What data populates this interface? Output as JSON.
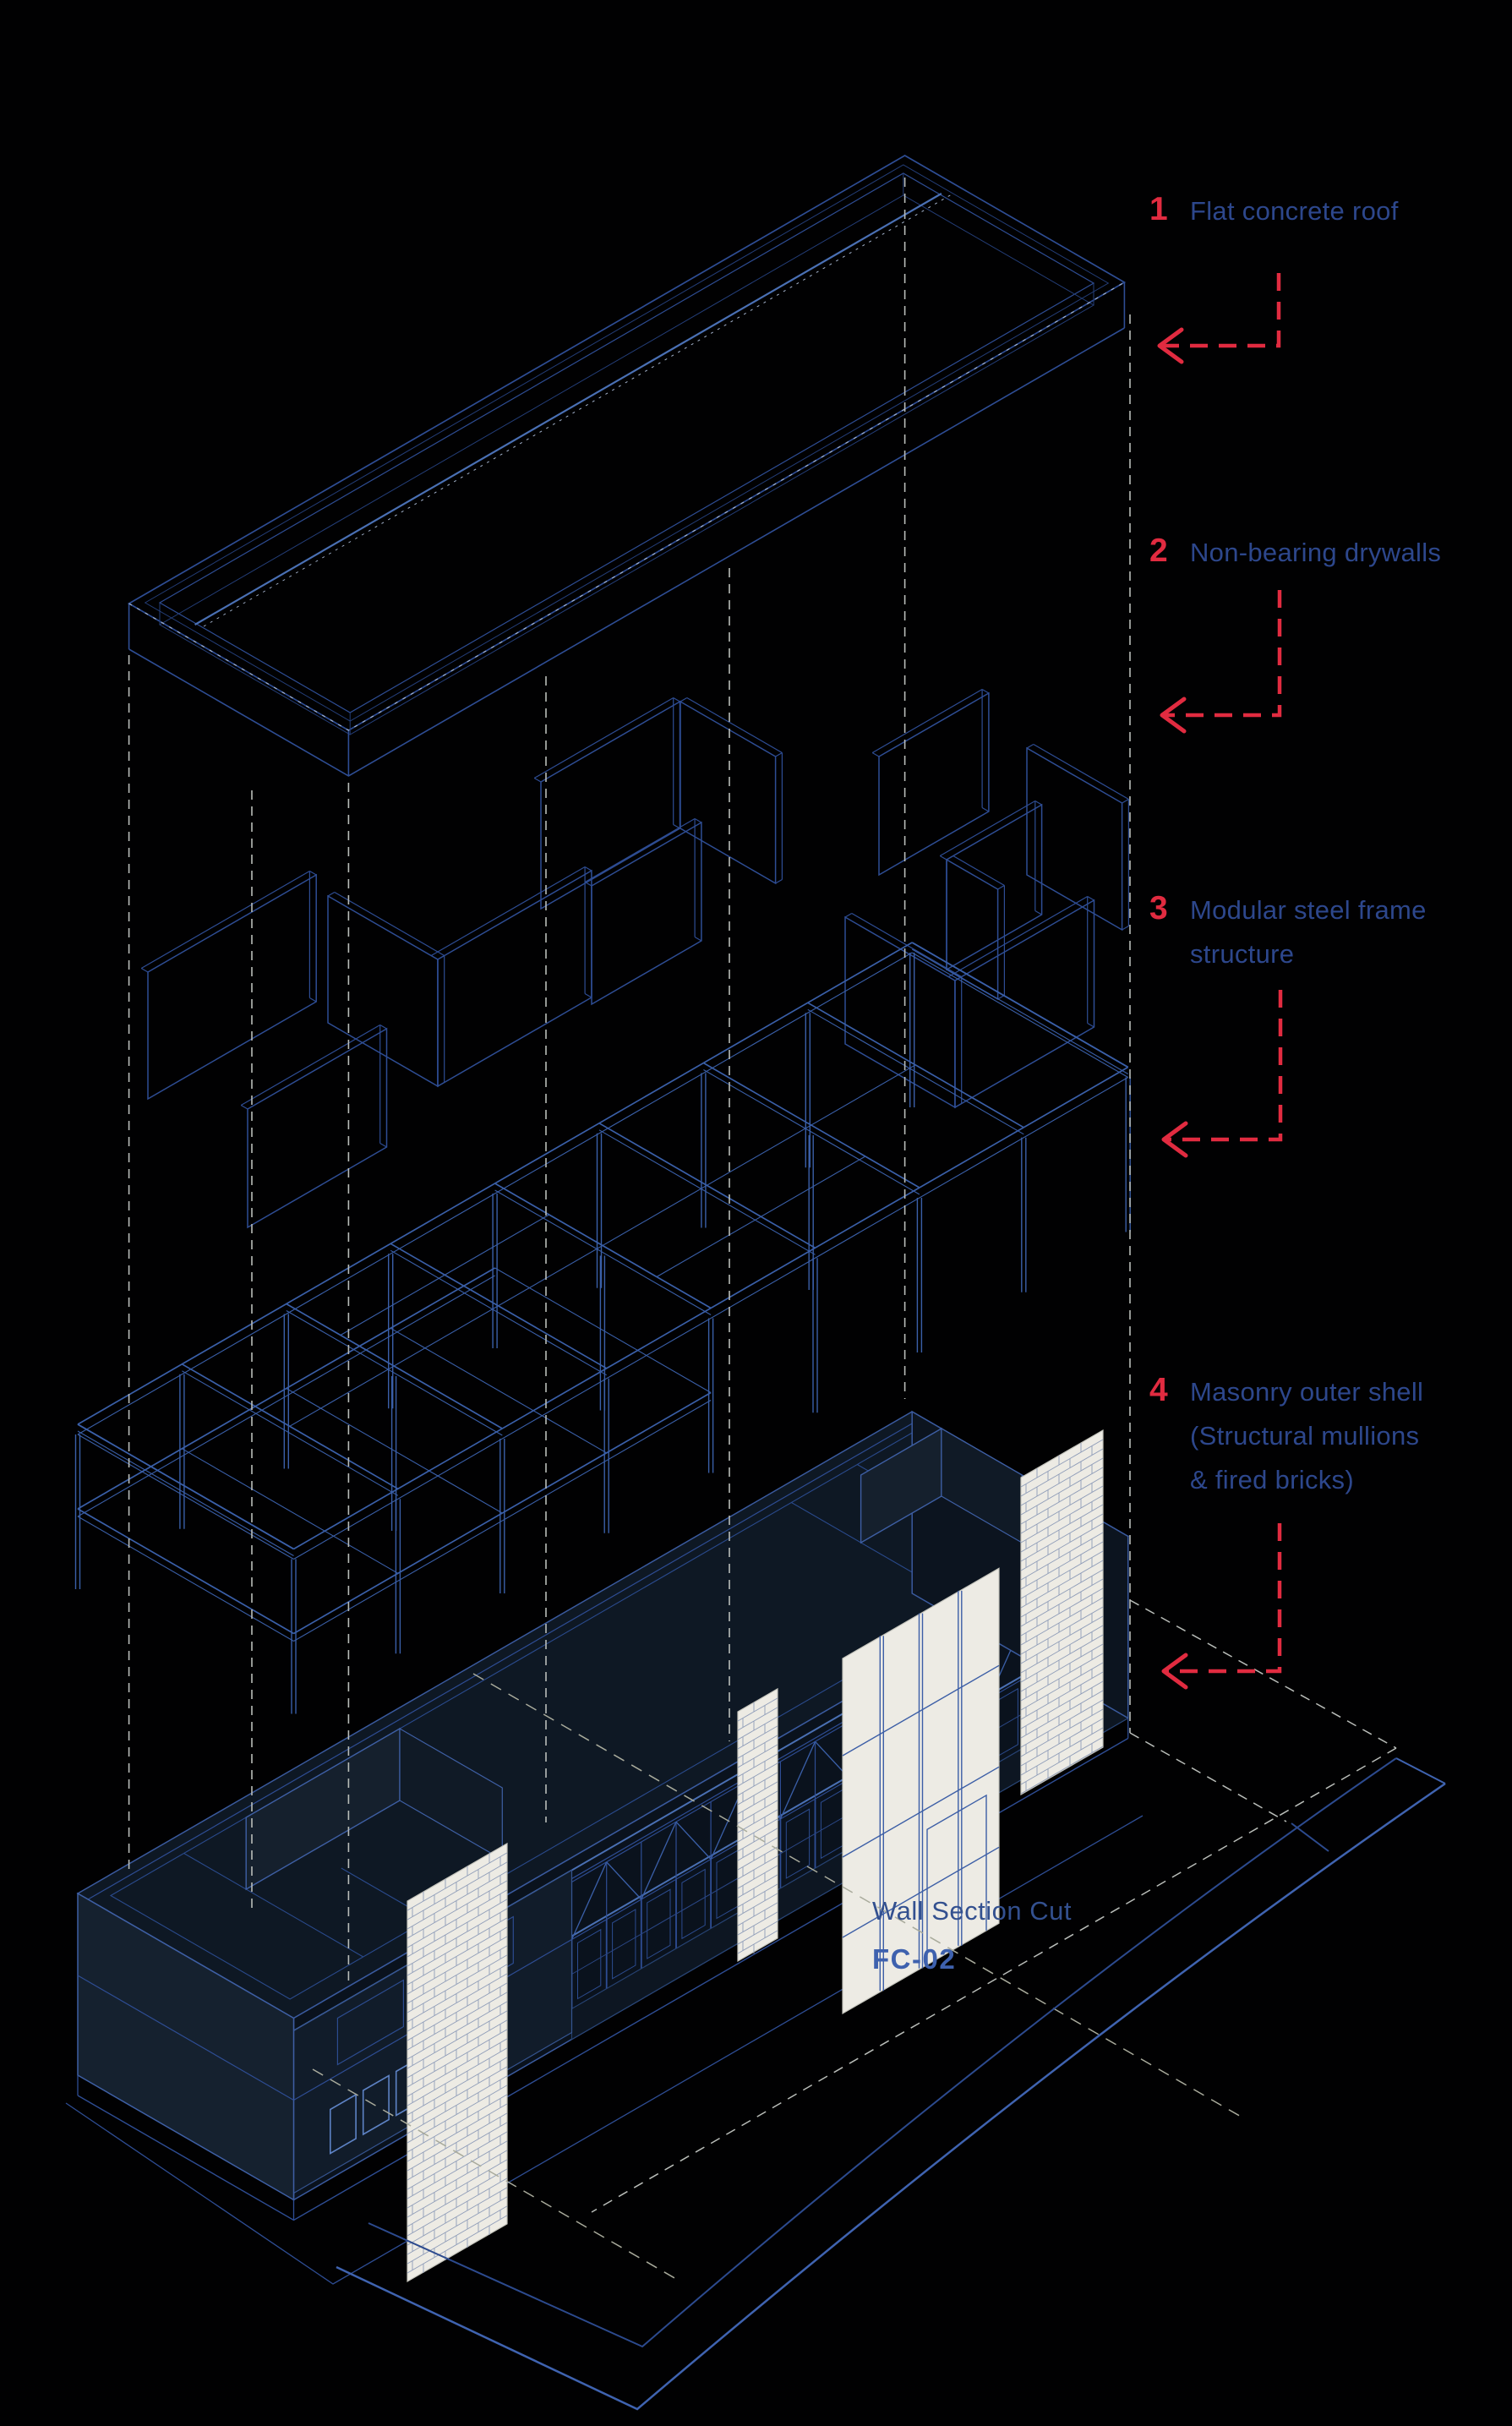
{
  "annotations": [
    {
      "num": "1",
      "lines": [
        "Flat concrete roof",
        "",
        ""
      ]
    },
    {
      "num": "2",
      "lines": [
        "Non-bearing drywalls",
        "",
        ""
      ]
    },
    {
      "num": "3",
      "lines": [
        "Modular steel frame",
        "structure",
        ""
      ]
    },
    {
      "num": "4",
      "lines": [
        "Masonry outer shell",
        "(Structural mullions",
        "& fired bricks)"
      ]
    }
  ],
  "section_cut": {
    "title": "Wall Section Cut",
    "code": "FC-02"
  },
  "colors": {
    "accent_red": "#e12b40",
    "line_blue": "#2e4d94",
    "bright_blue": "#4a70b4",
    "label_text_blue": "#2d478c",
    "section_code_blue": "#3e61ae",
    "wall_fill_dark": "#0e1824",
    "brick_white": "#edebe4",
    "projection_dash_gray": "#b9bdb9",
    "ground_dash_khaki": "#a9ab9c",
    "background": "#000000"
  },
  "icons": {
    "leader_arrows": "dashed-arrow-left-icon"
  }
}
